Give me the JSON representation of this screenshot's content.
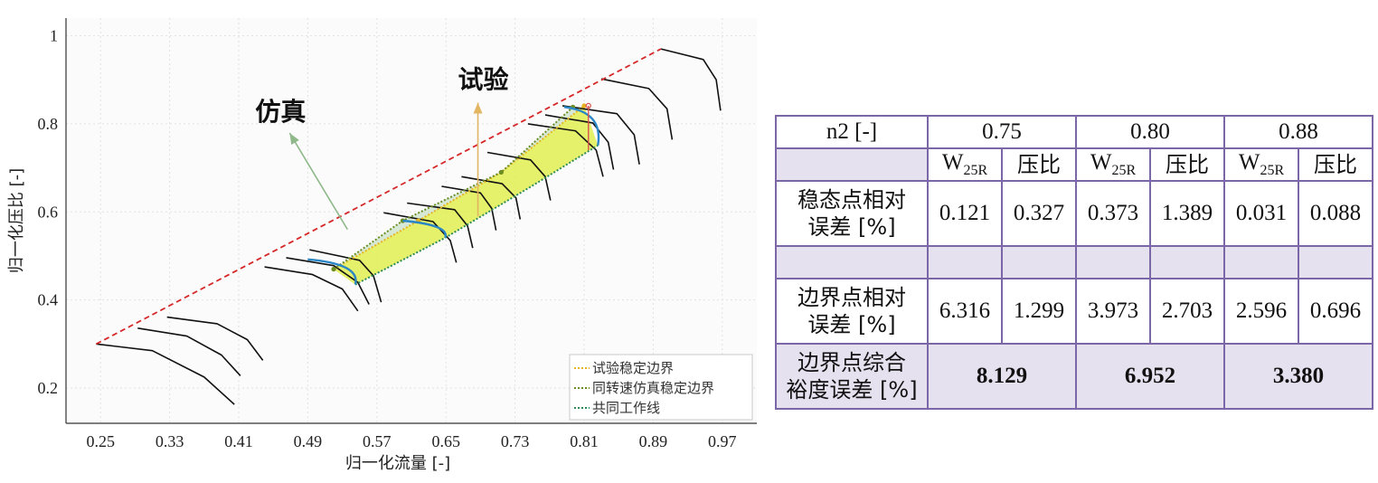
{
  "chart_data": {
    "type": "line",
    "xlabel": "归一化流量 [-]",
    "ylabel": "归一化压比 [-]",
    "xlim": [
      0.21,
      1.01
    ],
    "ylim": [
      0.12,
      1.04
    ],
    "xticks": [
      "0.25",
      "0.33",
      "0.41",
      "0.49",
      "0.57",
      "0.65",
      "0.73",
      "0.81",
      "0.89",
      "0.97"
    ],
    "yticks": [
      "0.2",
      "0.4",
      "0.6",
      "0.8",
      "1"
    ],
    "grid": true,
    "legend_position": "bottom-right",
    "annotations": [
      {
        "text": "仿真",
        "arrow_from": [
          0.536,
          0.56
        ],
        "arrow_to": [
          0.469,
          0.779
        ]
      },
      {
        "text": "试验",
        "arrow_from": [
          0.687,
          0.59
        ],
        "arrow_to": [
          0.687,
          0.848
        ]
      }
    ],
    "series": [
      {
        "name": "试验稳定边界",
        "color": "#e6b422",
        "style": "dotted",
        "x": [
          0.52,
          0.618,
          0.714,
          0.81
        ],
        "y": [
          0.47,
          0.58,
          0.69,
          0.841
        ]
      },
      {
        "name": "同转速仿真稳定边界",
        "color": "#6b8e23",
        "style": "dotted",
        "x": [
          0.52,
          0.6,
          0.714,
          0.797
        ],
        "y": [
          0.47,
          0.58,
          0.69,
          0.838
        ]
      },
      {
        "name": "共同工作线",
        "color": "#2e8b57",
        "style": "dotted",
        "x": [
          0.545,
          0.649,
          0.749,
          0.826
        ],
        "y": [
          0.435,
          0.541,
          0.658,
          0.751
        ]
      },
      {
        "name": "",
        "color": "#d62728",
        "style": "dashed",
        "x": [
          0.245,
          0.899
        ],
        "y": [
          0.3,
          0.97
        ]
      }
    ],
    "speed_lines": [
      {
        "x": [
          0.245,
          0.31,
          0.37,
          0.405
        ],
        "y": [
          0.3,
          0.285,
          0.225,
          0.163
        ]
      },
      {
        "x": [
          0.293,
          0.35,
          0.39,
          0.412
        ],
        "y": [
          0.336,
          0.318,
          0.275,
          0.228
        ]
      },
      {
        "x": [
          0.327,
          0.385,
          0.42,
          0.438
        ],
        "y": [
          0.361,
          0.346,
          0.31,
          0.263
        ]
      },
      {
        "x": [
          0.44,
          0.495,
          0.53,
          0.548
        ],
        "y": [
          0.475,
          0.458,
          0.425,
          0.375
        ]
      },
      {
        "x": [
          0.465,
          0.52,
          0.548,
          0.561
        ],
        "y": [
          0.496,
          0.478,
          0.44,
          0.39
        ]
      },
      {
        "x": [
          0.492,
          0.55,
          0.566,
          0.575
        ],
        "y": [
          0.514,
          0.49,
          0.455,
          0.395
        ]
      },
      {
        "x": [
          0.578,
          0.635,
          0.655,
          0.662
        ],
        "y": [
          0.598,
          0.578,
          0.535,
          0.485
        ]
      },
      {
        "x": [
          0.605,
          0.66,
          0.675,
          0.681
        ],
        "y": [
          0.62,
          0.605,
          0.568,
          0.518
        ]
      },
      {
        "x": [
          0.645,
          0.69,
          0.703,
          0.708
        ],
        "y": [
          0.658,
          0.643,
          0.608,
          0.558
        ]
      },
      {
        "x": [
          0.668,
          0.715,
          0.731,
          0.736
        ],
        "y": [
          0.68,
          0.664,
          0.632,
          0.583
        ]
      },
      {
        "x": [
          0.698,
          0.748,
          0.765,
          0.771
        ],
        "y": [
          0.735,
          0.718,
          0.68,
          0.626
        ]
      },
      {
        "x": [
          0.745,
          0.8,
          0.824,
          0.832
        ],
        "y": [
          0.8,
          0.784,
          0.74,
          0.68
        ]
      },
      {
        "x": [
          0.765,
          0.82,
          0.838,
          0.844
        ],
        "y": [
          0.82,
          0.802,
          0.758,
          0.696
        ]
      },
      {
        "x": [
          0.785,
          0.848,
          0.868,
          0.874
        ],
        "y": [
          0.841,
          0.823,
          0.775,
          0.708
        ]
      },
      {
        "x": [
          0.83,
          0.885,
          0.906,
          0.912
        ],
        "y": [
          0.902,
          0.88,
          0.834,
          0.764
        ]
      },
      {
        "x": [
          0.899,
          0.948,
          0.963,
          0.968
        ],
        "y": [
          0.97,
          0.946,
          0.9,
          0.83
        ]
      }
    ]
  },
  "table": {
    "header": {
      "label": "n2 [-]",
      "speeds": [
        "0.75",
        "0.80",
        "0.88"
      ]
    },
    "subheader": {
      "w_main": "W",
      "w_sub": "25R",
      "pressure_ratio": "压比"
    },
    "rows": [
      {
        "label_line1": "稳态点相对",
        "label_line2": "误差 [%]",
        "values": [
          "0.121",
          "0.327",
          "0.373",
          "1.389",
          "0.031",
          "0.088"
        ]
      },
      {
        "label_line1": "边界点相对",
        "label_line2": "误差 [%]",
        "values": [
          "6.316",
          "1.299",
          "3.973",
          "2.703",
          "2.596",
          "0.696"
        ]
      }
    ],
    "total": {
      "label_line1": "边界点综合",
      "label_line2": "裕度误差 [%]",
      "values": [
        "8.129",
        "6.952",
        "3.380"
      ]
    }
  }
}
